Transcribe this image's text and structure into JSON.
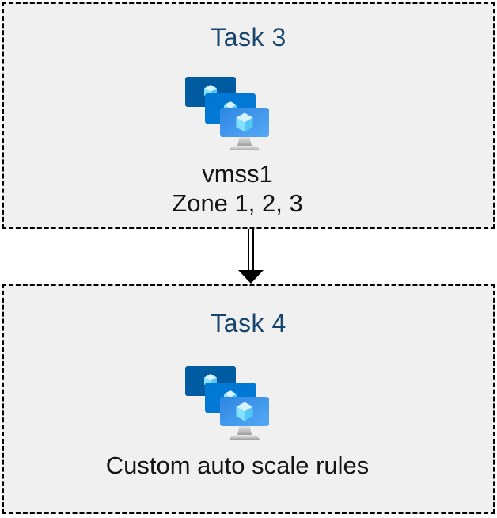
{
  "diagram": {
    "nodes": [
      {
        "id": "task3",
        "title": "Task 3",
        "icon": "vmss-icon",
        "lines": [
          "vmss1",
          "Zone 1, 2, 3"
        ]
      },
      {
        "id": "task4",
        "title": "Task 4",
        "icon": "vmss-icon",
        "lines": [
          "Custom auto scale rules"
        ]
      }
    ],
    "connector": {
      "from": "task3",
      "to": "task4",
      "direction": "down",
      "style": "double-line-arrow",
      "color": "#000000"
    }
  },
  "colors": {
    "page_background": "#ffffff",
    "box_background": "#f0f0f0",
    "box_border": "#000000",
    "title_text": "#17456b",
    "body_text": "#141414",
    "monitor_back": "#005ba1",
    "monitor_middle": "#0078d4",
    "monitor_front_gradient": [
      "#2e86e2",
      "#55a9f5"
    ],
    "cube_top": "#d7f3ff",
    "cube_left": "#83e1ff",
    "cube_right": "#54c8f2",
    "stand_gradient": [
      "#e8e8e8",
      "#9c9c9c"
    ]
  }
}
